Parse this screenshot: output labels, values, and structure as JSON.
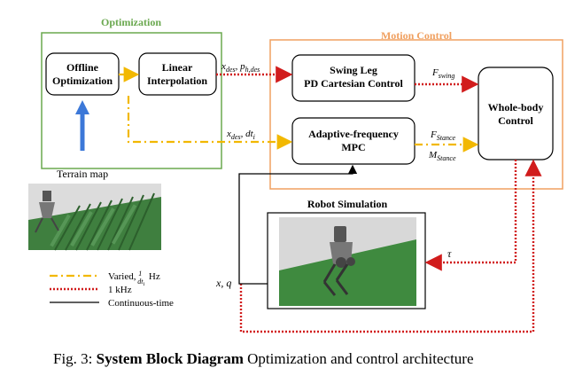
{
  "diagram": {
    "groups": {
      "optimization": "Optimization",
      "motion_control": "Motion Control",
      "robot_simulation": "Robot Simulation"
    },
    "blocks": {
      "offline_optimization": [
        "Offline",
        "Optimization"
      ],
      "linear_interpolation": [
        "Linear",
        "Interpolation"
      ],
      "swing_leg": [
        "Swing Leg",
        "PD Cartesian Control"
      ],
      "adaptive_mpc": [
        "Adaptive-frequency",
        "MPC"
      ],
      "whole_body": [
        "Whole-body",
        "Control"
      ]
    },
    "labels": {
      "terrain_map": "Terrain map",
      "f_swing": "F_swing",
      "f_stance": "F_Stance",
      "m_stance": "M_Stance",
      "tau": "τ",
      "x_q": "x, q"
    },
    "edge_labels": {
      "interp_to_swing": "x_des, p_h,des",
      "opt_to_mpc": "x_des, dt_i"
    },
    "legend": [
      {
        "style": "dash-dot",
        "color": "#f2b800",
        "label": "Varied, 1/dt_i Hz"
      },
      {
        "style": "dotted",
        "color": "#d11c1c",
        "label": "1 kHz"
      },
      {
        "style": "solid",
        "color": "#000000",
        "label": "Continuous-time"
      }
    ],
    "colors": {
      "optimization_border": "#6aa84f",
      "motion_control_border": "#f0a060",
      "varied_rate": "#f2b800",
      "fast_rate": "#d11c1c",
      "terrain_arrow": "#3c78d8"
    }
  },
  "caption": {
    "prefix": "Fig. 3: ",
    "bold": "System Block Diagram",
    "rest": " Optimization and control architecture"
  }
}
